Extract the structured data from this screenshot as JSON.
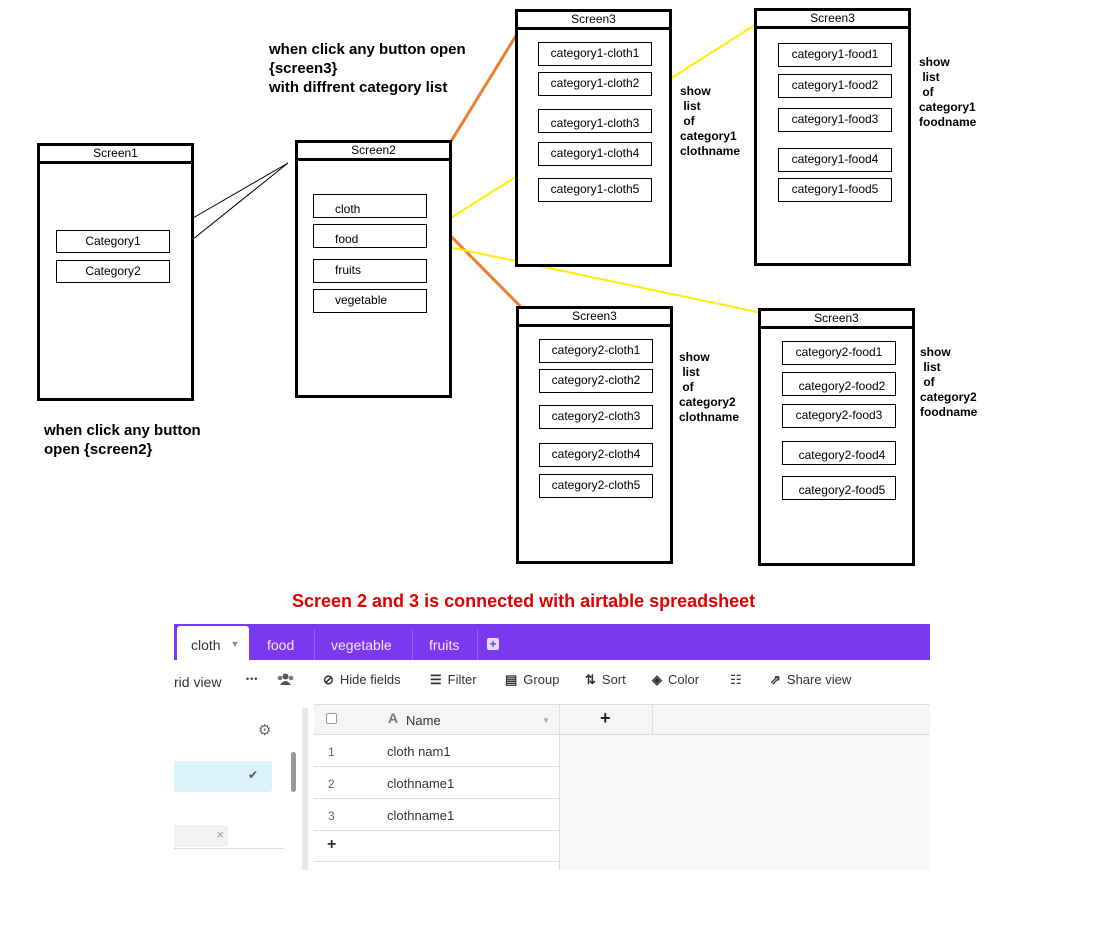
{
  "screen1": {
    "title": "Screen1",
    "buttons": [
      "Category1",
      "Category2"
    ],
    "note": "when click any button\nopen {screen2}"
  },
  "screen2": {
    "title": "Screen2",
    "buttons": [
      "cloth",
      "food",
      "fruits",
      "vegetable"
    ],
    "note": "when click any button open\n{screen3}\nwith diffrent category list"
  },
  "screen3_cloth1": {
    "title": "Screen3",
    "buttons": [
      "category1-cloth1",
      "category1-cloth2",
      "category1-cloth3",
      "category1-cloth4",
      "category1-cloth5"
    ],
    "note": "show\n list\n of\ncategory1\nclothname"
  },
  "screen3_food1": {
    "title": "Screen3",
    "buttons": [
      "category1-food1",
      "category1-food2",
      "category1-food3",
      "category1-food4",
      "category1-food5"
    ],
    "note": "show\n list\n of\ncategory1\nfoodname"
  },
  "screen3_cloth2": {
    "title": "Screen3",
    "buttons": [
      "category2-cloth1",
      "category2-cloth2",
      "category2-cloth3",
      "category2-cloth4",
      "category2-cloth5"
    ],
    "note": "show\n list\n of\ncategory2\nclothname"
  },
  "screen3_food2": {
    "title": "Screen3",
    "buttons": [
      "category2-food1",
      "category2-food2",
      "category2-food3",
      "category2-food4",
      "category2-food5"
    ],
    "note": "show\n list\n of\ncategory2\nfoodname"
  },
  "connections_note": "Screen 2 and 3 is connected with airtable spreadsheet",
  "colors": {
    "orange_line": "#ed7d31",
    "yellow_line": "#ffee00",
    "red_text": "#e00000",
    "airtable_purple": "#7c39ed"
  },
  "airtable": {
    "tabs": [
      "cloth",
      "food",
      "vegetable",
      "fruits"
    ],
    "add_tab_icon": "plus-square-icon",
    "toolbar": {
      "view_label": "rid view",
      "more": "•••",
      "hide_fields": "Hide fields",
      "filter": "Filter",
      "group": "Group",
      "sort": "Sort",
      "color": "Color",
      "share_view": "Share view"
    },
    "column_header": "Name",
    "add_column": "+",
    "rows": [
      {
        "num": "1",
        "name": "cloth nam1"
      },
      {
        "num": "2",
        "name": "clothname1"
      },
      {
        "num": "3",
        "name": "clothname1"
      }
    ],
    "add_row": "+"
  }
}
